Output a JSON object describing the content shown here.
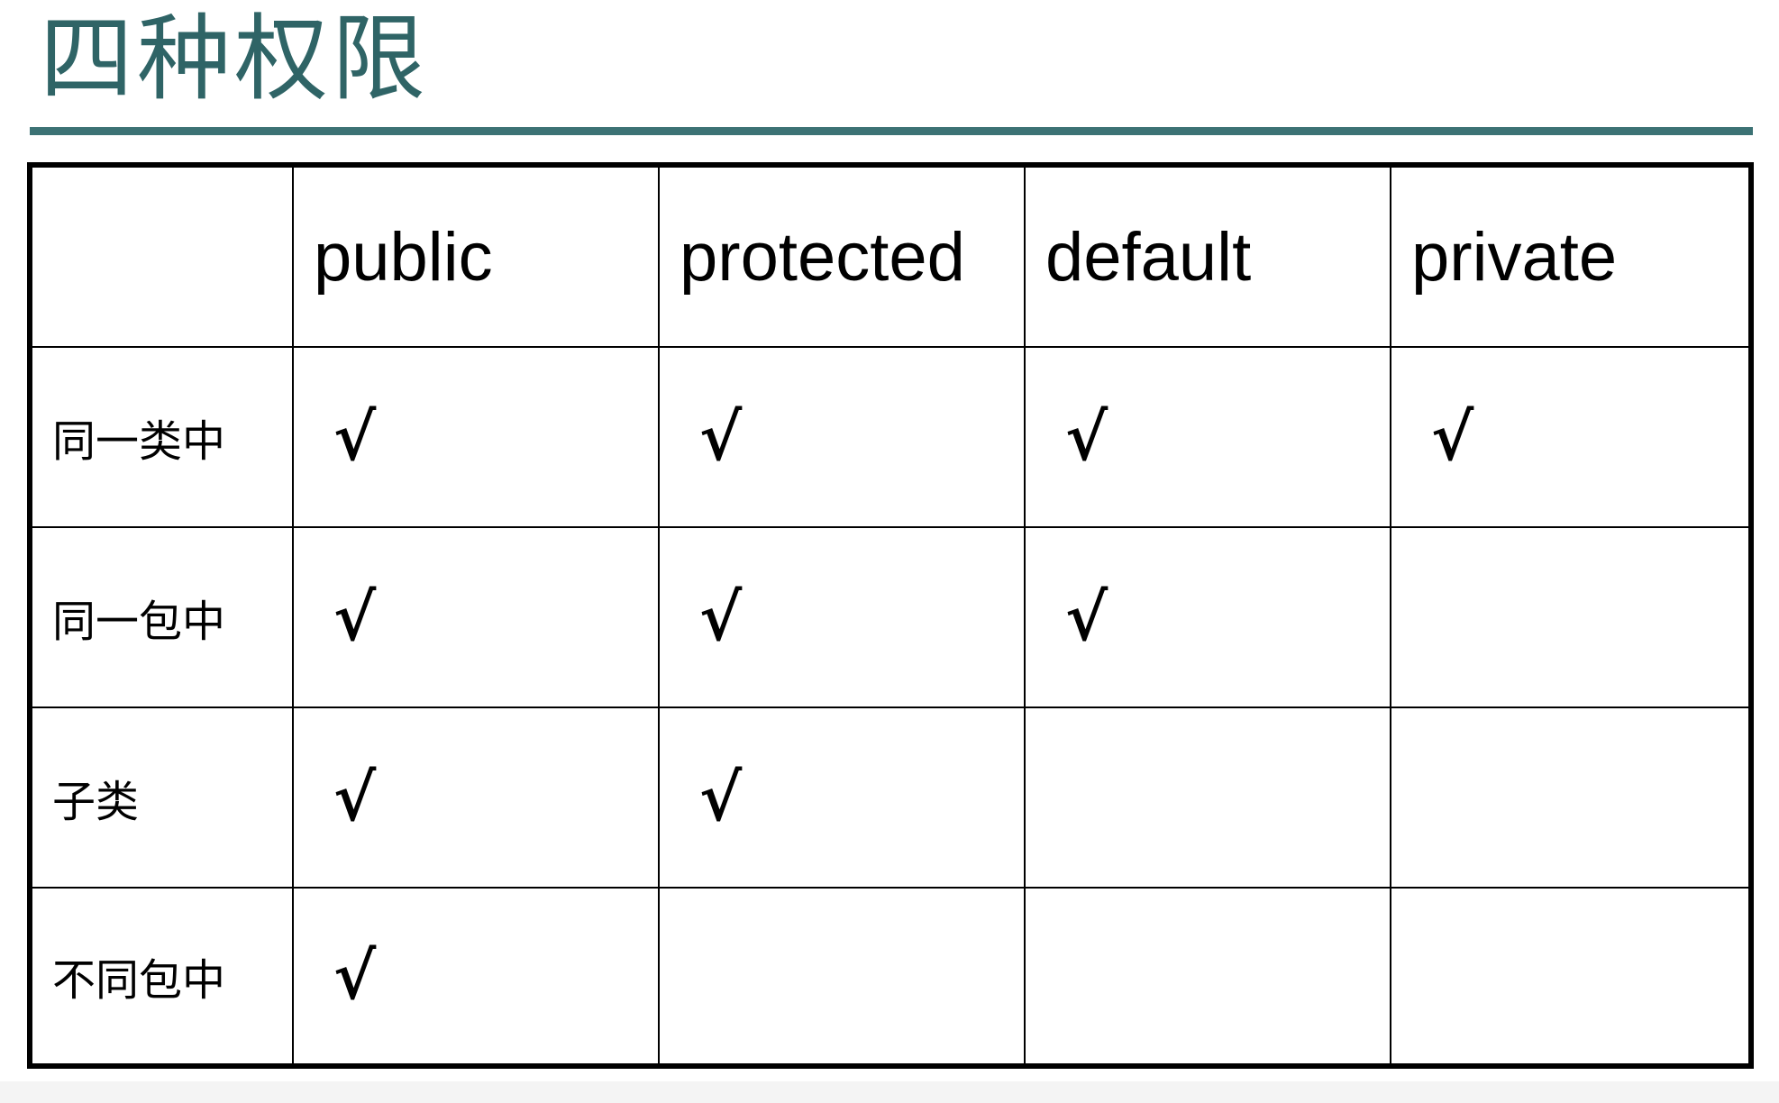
{
  "title": "四种权限",
  "colors": {
    "title": "#2f6466",
    "rule": "#3c7274",
    "grid": "#000000"
  },
  "table": {
    "corner": "",
    "columns": [
      "public",
      "protected",
      "default",
      "private"
    ],
    "check_symbol": "√",
    "rows": [
      {
        "label": "同一类中",
        "access": [
          true,
          true,
          true,
          true
        ]
      },
      {
        "label": "同一包中",
        "access": [
          true,
          true,
          true,
          false
        ]
      },
      {
        "label": "子类",
        "access": [
          true,
          true,
          false,
          false
        ]
      },
      {
        "label": "不同包中",
        "access": [
          true,
          false,
          false,
          false
        ]
      }
    ]
  }
}
